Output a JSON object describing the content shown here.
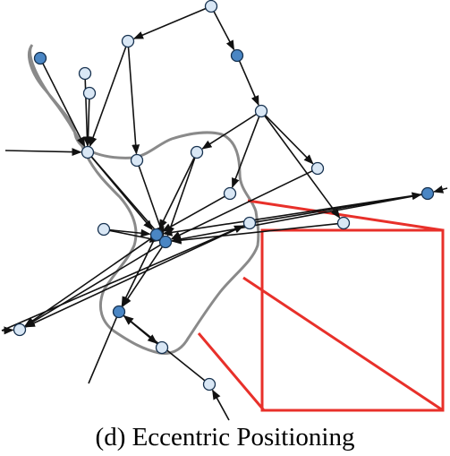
{
  "caption": "(d) Eccentric Positioning",
  "colors": {
    "dark_node": "#4a86c4",
    "light_node": "#d9e7f5",
    "node_stroke": "#16314f",
    "edge": "#111111",
    "outline": "#8a8a8a",
    "highlight": "#e8302a"
  },
  "graph": {
    "nodes": [
      {
        "id": "n1",
        "kind": "light"
      },
      {
        "id": "n2",
        "kind": "light"
      },
      {
        "id": "n3",
        "kind": "dark"
      },
      {
        "id": "n4",
        "kind": "dark"
      },
      {
        "id": "n5",
        "kind": "light"
      },
      {
        "id": "n6",
        "kind": "light"
      },
      {
        "id": "n7",
        "kind": "light"
      },
      {
        "id": "n8",
        "kind": "light"
      },
      {
        "id": "n9",
        "kind": "light"
      },
      {
        "id": "n10",
        "kind": "light"
      },
      {
        "id": "n11",
        "kind": "light"
      },
      {
        "id": "n12",
        "kind": "light"
      },
      {
        "id": "n13",
        "kind": "light"
      },
      {
        "id": "n14",
        "kind": "dark"
      },
      {
        "id": "n15",
        "kind": "light"
      },
      {
        "id": "n16",
        "kind": "dark"
      },
      {
        "id": "n17",
        "kind": "dark"
      },
      {
        "id": "n18",
        "kind": "light"
      },
      {
        "id": "n19",
        "kind": "light"
      },
      {
        "id": "n20",
        "kind": "dark"
      },
      {
        "id": "n21",
        "kind": "light"
      },
      {
        "id": "n22",
        "kind": "light"
      }
    ],
    "edges": [
      {
        "from": "n1",
        "to": "n2"
      },
      {
        "from": "n1",
        "to": "n4"
      },
      {
        "from": "n4",
        "to": "n5"
      },
      {
        "from": "n5",
        "to": "n10"
      },
      {
        "from": "n5",
        "to": "n13"
      },
      {
        "from": "n5",
        "to": "n11"
      },
      {
        "from": "n5",
        "to": "n12"
      },
      {
        "from": "n2",
        "to": "n8"
      },
      {
        "from": "n2",
        "to": "n9"
      },
      {
        "from": "n3",
        "to": "n8"
      },
      {
        "from": "n6",
        "to": "n8"
      },
      {
        "from": "n7",
        "to": "n8"
      },
      {
        "from": "n8",
        "to": "n16"
      },
      {
        "from": "n8",
        "to": "n17"
      },
      {
        "from": "n9",
        "to": "n17"
      },
      {
        "from": "n10",
        "to": "n16"
      },
      {
        "from": "n10",
        "to": "n17"
      },
      {
        "from": "n11",
        "to": "n17"
      },
      {
        "from": "n12",
        "to": "n16"
      },
      {
        "from": "n13",
        "to": "n17"
      },
      {
        "from": "n14",
        "to": "n17"
      },
      {
        "from": "n14",
        "to": "n16"
      },
      {
        "from": "n15",
        "to": "n16"
      },
      {
        "from": "n15",
        "to": "n17"
      },
      {
        "from": "n16",
        "to": "n19"
      },
      {
        "from": "n17",
        "to": "n19"
      },
      {
        "from": "n16",
        "to": "n20"
      },
      {
        "from": "n17",
        "to": "n20"
      },
      {
        "from": "n18",
        "to": "n19"
      },
      {
        "from": "n20",
        "to": "n21"
      },
      {
        "from": "n21",
        "to": "n20"
      },
      {
        "from": "n22",
        "to": "n20"
      },
      {
        "from": "n18",
        "to": "n14"
      }
    ],
    "stubs": [
      {
        "node": "n8",
        "direction": "in-left"
      },
      {
        "node": "n18",
        "direction": "in-left"
      },
      {
        "node": "n19",
        "direction": "in-right"
      },
      {
        "node": "n14",
        "direction": "in-right"
      },
      {
        "node": "n20",
        "direction": "out-down-left"
      },
      {
        "node": "n22",
        "direction": "in-down"
      }
    ]
  }
}
